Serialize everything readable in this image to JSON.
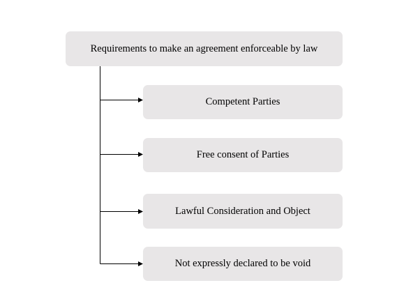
{
  "diagram": {
    "root": {
      "label": "Requirements to make an agreement enforceable by law"
    },
    "children": [
      {
        "label": "Competent Parties"
      },
      {
        "label": "Free consent of Parties"
      },
      {
        "label": "Lawful Consideration and Object"
      },
      {
        "label": "Not expressly declared to be void"
      }
    ],
    "colors": {
      "box_fill": "#e8e6e7",
      "line": "#000000",
      "text": "#000000"
    }
  }
}
